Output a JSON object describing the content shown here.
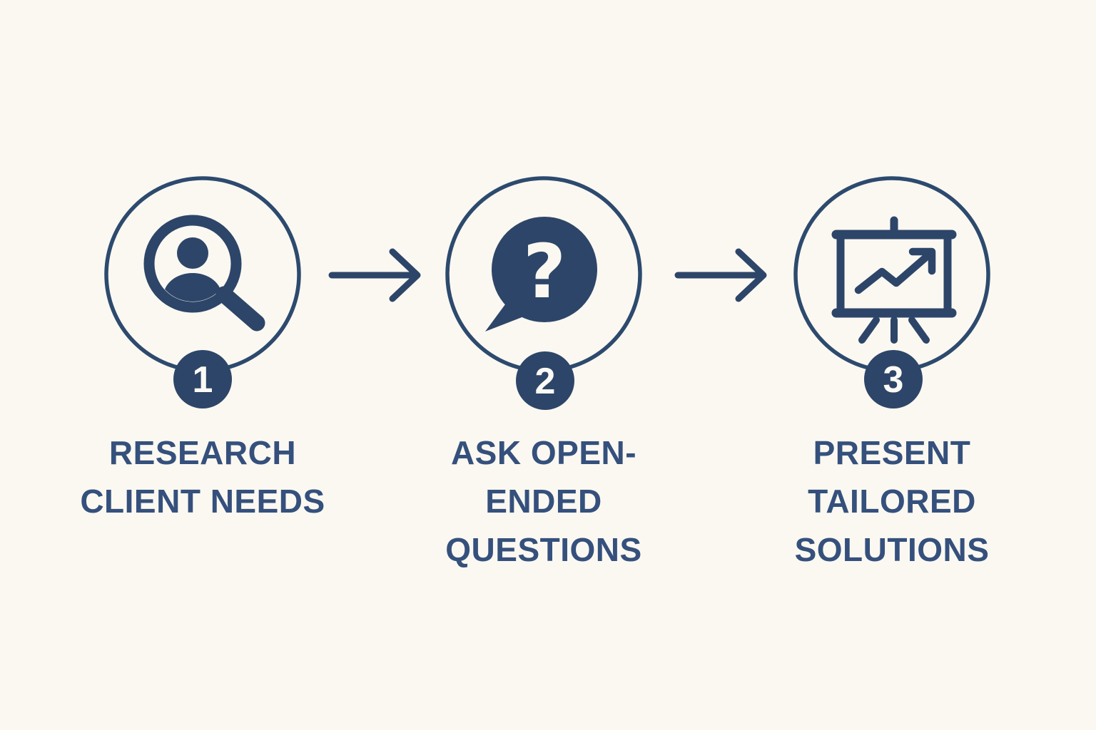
{
  "title": "Three-step client sales process diagram",
  "colors": {
    "background": "#faf8f1",
    "primary": "#2d4568",
    "ring": "#2d4a6e",
    "text": "#35507c",
    "badge_text": "#fbfaf5"
  },
  "steps": [
    {
      "number": "1",
      "icon": "person-search-icon",
      "label": "RESEARCH CLIENT NEEDS",
      "label_lines": [
        "RESEARCH",
        "CLIENT NEEDS"
      ]
    },
    {
      "number": "2",
      "icon": "question-bubble-icon",
      "icon_glyph": "?",
      "label": "ASK OPEN-ENDED QUESTIONS",
      "label_lines": [
        "ASK OPEN-",
        "ENDED",
        "QUESTIONS"
      ]
    },
    {
      "number": "3",
      "icon": "presentation-chart-icon",
      "label": "PRESENT TAILORED SOLUTIONS",
      "label_lines": [
        "PRESENT",
        "TAILORED",
        "SOLUTIONS"
      ]
    }
  ],
  "arrows": [
    {
      "direction": "right"
    },
    {
      "direction": "right"
    }
  ]
}
